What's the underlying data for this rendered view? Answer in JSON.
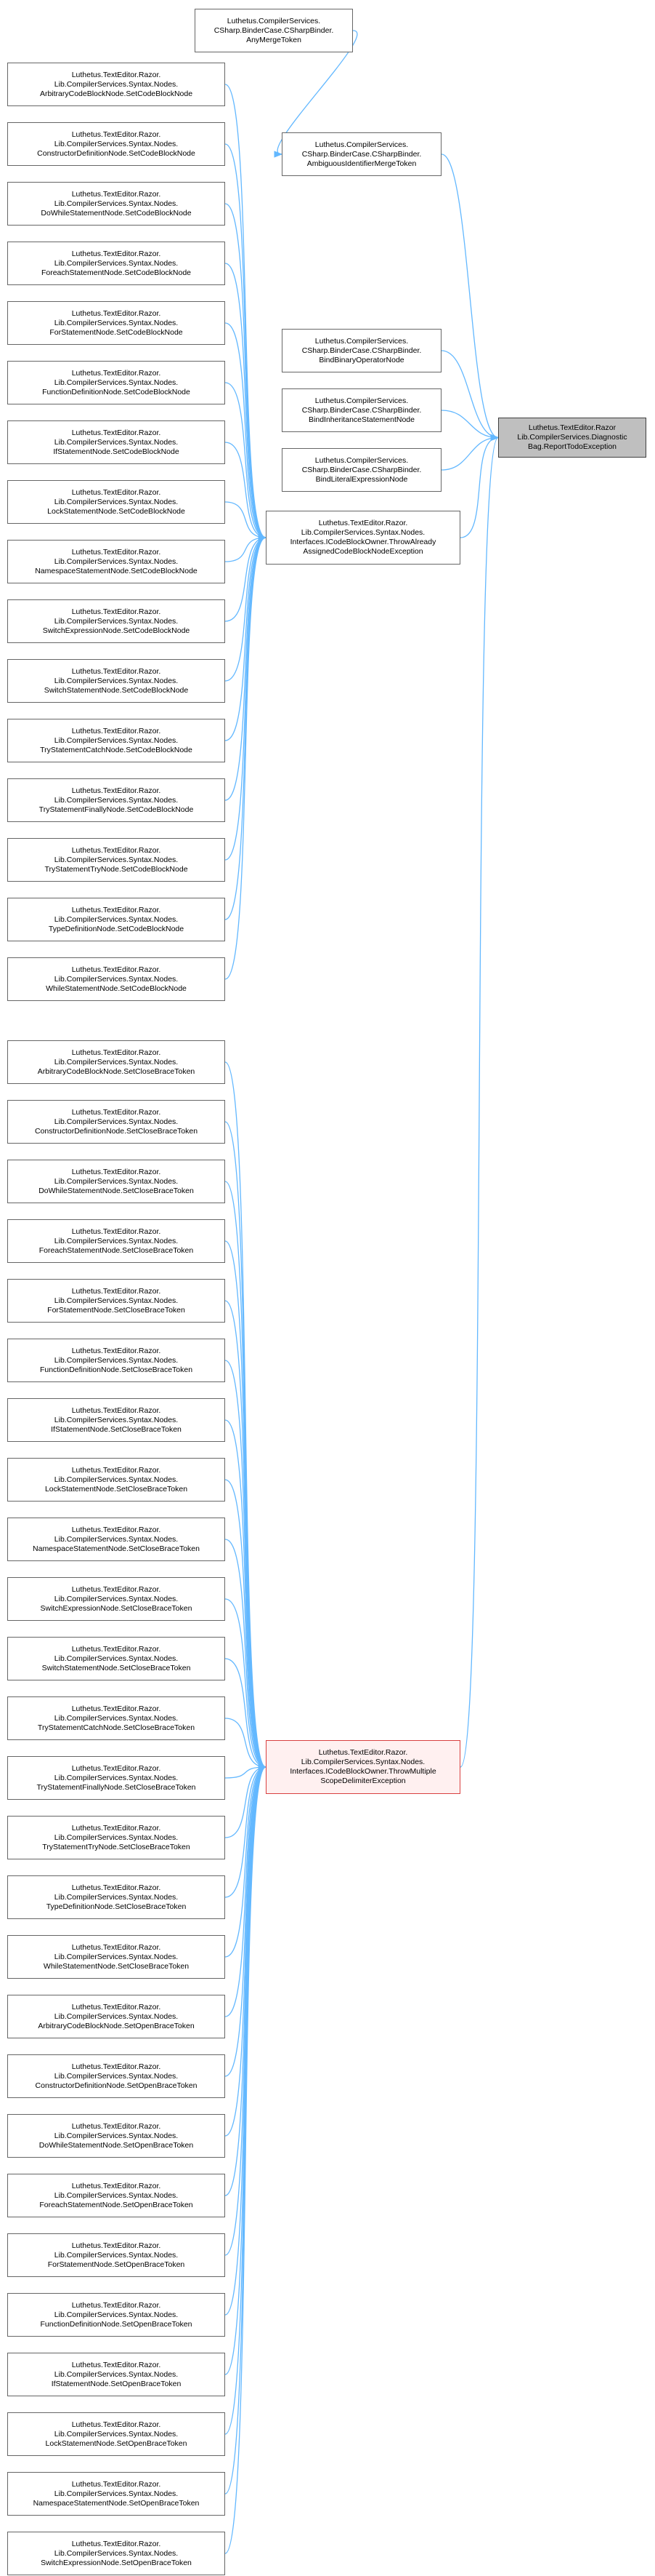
{
  "colors": {
    "edge": "#63b8ff",
    "border": "#666666",
    "target_fill": "#bfbfbf",
    "highlight_fill": "#fff0f0",
    "highlight_border": "#d94040"
  },
  "nodes": [
    {
      "id": "report_todo",
      "role": "target",
      "lines": [
        "Luthetus.TextEditor.Razor",
        "Lib.CompilerServices.Diagnostic",
        "Bag.ReportTodoException"
      ]
    },
    {
      "id": "ambiguous",
      "role": "normal",
      "lines": [
        "Luthetus.CompilerServices.",
        "CSharp.BinderCase.CSharpBinder.",
        "AmbiguousIdentifierMergeToken"
      ]
    },
    {
      "id": "any_merge",
      "role": "normal",
      "lines": [
        "Luthetus.CompilerServices.",
        "CSharp.BinderCase.CSharpBinder.",
        "AnyMergeToken"
      ]
    },
    {
      "id": "bind_binary",
      "role": "normal",
      "lines": [
        "Luthetus.CompilerServices.",
        "CSharp.BinderCase.CSharpBinder.",
        "BindBinaryOperatorNode"
      ]
    },
    {
      "id": "bind_inherit",
      "role": "normal",
      "lines": [
        "Luthetus.CompilerServices.",
        "CSharp.BinderCase.CSharpBinder.",
        "BindInheritanceStatementNode"
      ]
    },
    {
      "id": "bind_literal",
      "role": "normal",
      "lines": [
        "Luthetus.CompilerServices.",
        "CSharp.BinderCase.CSharpBinder.",
        "BindLiteralExpressionNode"
      ]
    },
    {
      "id": "throw_already",
      "role": "normal",
      "lines": [
        "Luthetus.TextEditor.Razor.",
        "Lib.CompilerServices.Syntax.Nodes.",
        "Interfaces.ICodeBlockOwner.ThrowAlready",
        "AssignedCodeBlockNodeException"
      ]
    },
    {
      "id": "throw_multiple",
      "role": "highlight",
      "lines": [
        "Luthetus.TextEditor.Razor.",
        "Lib.CompilerServices.Syntax.Nodes.",
        "Interfaces.ICodeBlockOwner.ThrowMultiple",
        "ScopeDelimiterException"
      ]
    },
    {
      "id": "scb_arbitrary",
      "role": "normal",
      "lines": [
        "Luthetus.TextEditor.Razor.",
        "Lib.CompilerServices.Syntax.Nodes.",
        "ArbitraryCodeBlockNode.SetCodeBlockNode"
      ]
    },
    {
      "id": "scb_constructor",
      "role": "normal",
      "lines": [
        "Luthetus.TextEditor.Razor.",
        "Lib.CompilerServices.Syntax.Nodes.",
        "ConstructorDefinitionNode.SetCodeBlockNode"
      ]
    },
    {
      "id": "scb_dowhile",
      "role": "normal",
      "lines": [
        "Luthetus.TextEditor.Razor.",
        "Lib.CompilerServices.Syntax.Nodes.",
        "DoWhileStatementNode.SetCodeBlockNode"
      ]
    },
    {
      "id": "scb_foreach",
      "role": "normal",
      "lines": [
        "Luthetus.TextEditor.Razor.",
        "Lib.CompilerServices.Syntax.Nodes.",
        "ForeachStatementNode.SetCodeBlockNode"
      ]
    },
    {
      "id": "scb_for",
      "role": "normal",
      "lines": [
        "Luthetus.TextEditor.Razor.",
        "Lib.CompilerServices.Syntax.Nodes.",
        "ForStatementNode.SetCodeBlockNode"
      ]
    },
    {
      "id": "scb_function",
      "role": "normal",
      "lines": [
        "Luthetus.TextEditor.Razor.",
        "Lib.CompilerServices.Syntax.Nodes.",
        "FunctionDefinitionNode.SetCodeBlockNode"
      ]
    },
    {
      "id": "scb_if",
      "role": "normal",
      "lines": [
        "Luthetus.TextEditor.Razor.",
        "Lib.CompilerServices.Syntax.Nodes.",
        "IfStatementNode.SetCodeBlockNode"
      ]
    },
    {
      "id": "scb_lock",
      "role": "normal",
      "lines": [
        "Luthetus.TextEditor.Razor.",
        "Lib.CompilerServices.Syntax.Nodes.",
        "LockStatementNode.SetCodeBlockNode"
      ]
    },
    {
      "id": "scb_namespace",
      "role": "normal",
      "lines": [
        "Luthetus.TextEditor.Razor.",
        "Lib.CompilerServices.Syntax.Nodes.",
        "NamespaceStatementNode.SetCodeBlockNode"
      ]
    },
    {
      "id": "scb_switchexpr",
      "role": "normal",
      "lines": [
        "Luthetus.TextEditor.Razor.",
        "Lib.CompilerServices.Syntax.Nodes.",
        "SwitchExpressionNode.SetCodeBlockNode"
      ]
    },
    {
      "id": "scb_switchstmt",
      "role": "normal",
      "lines": [
        "Luthetus.TextEditor.Razor.",
        "Lib.CompilerServices.Syntax.Nodes.",
        "SwitchStatementNode.SetCodeBlockNode"
      ]
    },
    {
      "id": "scb_trycatch",
      "role": "normal",
      "lines": [
        "Luthetus.TextEditor.Razor.",
        "Lib.CompilerServices.Syntax.Nodes.",
        "TryStatementCatchNode.SetCodeBlockNode"
      ]
    },
    {
      "id": "scb_tryfinally",
      "role": "normal",
      "lines": [
        "Luthetus.TextEditor.Razor.",
        "Lib.CompilerServices.Syntax.Nodes.",
        "TryStatementFinallyNode.SetCodeBlockNode"
      ]
    },
    {
      "id": "scb_trytry",
      "role": "normal",
      "lines": [
        "Luthetus.TextEditor.Razor.",
        "Lib.CompilerServices.Syntax.Nodes.",
        "TryStatementTryNode.SetCodeBlockNode"
      ]
    },
    {
      "id": "scb_typedef",
      "role": "normal",
      "lines": [
        "Luthetus.TextEditor.Razor.",
        "Lib.CompilerServices.Syntax.Nodes.",
        "TypeDefinitionNode.SetCodeBlockNode"
      ]
    },
    {
      "id": "scb_while",
      "role": "normal",
      "lines": [
        "Luthetus.TextEditor.Razor.",
        "Lib.CompilerServices.Syntax.Nodes.",
        "WhileStatementNode.SetCodeBlockNode"
      ]
    },
    {
      "id": "scl_arbitrary",
      "role": "normal",
      "lines": [
        "Luthetus.TextEditor.Razor.",
        "Lib.CompilerServices.Syntax.Nodes.",
        "ArbitraryCodeBlockNode.SetCloseBraceToken"
      ]
    },
    {
      "id": "scl_constructor",
      "role": "normal",
      "lines": [
        "Luthetus.TextEditor.Razor.",
        "Lib.CompilerServices.Syntax.Nodes.",
        "ConstructorDefinitionNode.SetCloseBraceToken"
      ]
    },
    {
      "id": "scl_dowhile",
      "role": "normal",
      "lines": [
        "Luthetus.TextEditor.Razor.",
        "Lib.CompilerServices.Syntax.Nodes.",
        "DoWhileStatementNode.SetCloseBraceToken"
      ]
    },
    {
      "id": "scl_foreach",
      "role": "normal",
      "lines": [
        "Luthetus.TextEditor.Razor.",
        "Lib.CompilerServices.Syntax.Nodes.",
        "ForeachStatementNode.SetCloseBraceToken"
      ]
    },
    {
      "id": "scl_for",
      "role": "normal",
      "lines": [
        "Luthetus.TextEditor.Razor.",
        "Lib.CompilerServices.Syntax.Nodes.",
        "ForStatementNode.SetCloseBraceToken"
      ]
    },
    {
      "id": "scl_function",
      "role": "normal",
      "lines": [
        "Luthetus.TextEditor.Razor.",
        "Lib.CompilerServices.Syntax.Nodes.",
        "FunctionDefinitionNode.SetCloseBraceToken"
      ]
    },
    {
      "id": "scl_if",
      "role": "normal",
      "lines": [
        "Luthetus.TextEditor.Razor.",
        "Lib.CompilerServices.Syntax.Nodes.",
        "IfStatementNode.SetCloseBraceToken"
      ]
    },
    {
      "id": "scl_lock",
      "role": "normal",
      "lines": [
        "Luthetus.TextEditor.Razor.",
        "Lib.CompilerServices.Syntax.Nodes.",
        "LockStatementNode.SetCloseBraceToken"
      ]
    },
    {
      "id": "scl_namespace",
      "role": "normal",
      "lines": [
        "Luthetus.TextEditor.Razor.",
        "Lib.CompilerServices.Syntax.Nodes.",
        "NamespaceStatementNode.SetCloseBraceToken"
      ]
    },
    {
      "id": "scl_switchexpr",
      "role": "normal",
      "lines": [
        "Luthetus.TextEditor.Razor.",
        "Lib.CompilerServices.Syntax.Nodes.",
        "SwitchExpressionNode.SetCloseBraceToken"
      ]
    },
    {
      "id": "scl_switchstmt",
      "role": "normal",
      "lines": [
        "Luthetus.TextEditor.Razor.",
        "Lib.CompilerServices.Syntax.Nodes.",
        "SwitchStatementNode.SetCloseBraceToken"
      ]
    },
    {
      "id": "scl_trycatch",
      "role": "normal",
      "lines": [
        "Luthetus.TextEditor.Razor.",
        "Lib.CompilerServices.Syntax.Nodes.",
        "TryStatementCatchNode.SetCloseBraceToken"
      ]
    },
    {
      "id": "scl_tryfinally",
      "role": "normal",
      "lines": [
        "Luthetus.TextEditor.Razor.",
        "Lib.CompilerServices.Syntax.Nodes.",
        "TryStatementFinallyNode.SetCloseBraceToken"
      ]
    },
    {
      "id": "scl_trytry",
      "role": "normal",
      "lines": [
        "Luthetus.TextEditor.Razor.",
        "Lib.CompilerServices.Syntax.Nodes.",
        "TryStatementTryNode.SetCloseBraceToken"
      ]
    },
    {
      "id": "scl_typedef",
      "role": "normal",
      "lines": [
        "Luthetus.TextEditor.Razor.",
        "Lib.CompilerServices.Syntax.Nodes.",
        "TypeDefinitionNode.SetCloseBraceToken"
      ]
    },
    {
      "id": "scl_while",
      "role": "normal",
      "lines": [
        "Luthetus.TextEditor.Razor.",
        "Lib.CompilerServices.Syntax.Nodes.",
        "WhileStatementNode.SetCloseBraceToken"
      ]
    },
    {
      "id": "sop_arbitrary",
      "role": "normal",
      "lines": [
        "Luthetus.TextEditor.Razor.",
        "Lib.CompilerServices.Syntax.Nodes.",
        "ArbitraryCodeBlockNode.SetOpenBraceToken"
      ]
    },
    {
      "id": "sop_constructor",
      "role": "normal",
      "lines": [
        "Luthetus.TextEditor.Razor.",
        "Lib.CompilerServices.Syntax.Nodes.",
        "ConstructorDefinitionNode.SetOpenBraceToken"
      ]
    },
    {
      "id": "sop_dowhile",
      "role": "normal",
      "lines": [
        "Luthetus.TextEditor.Razor.",
        "Lib.CompilerServices.Syntax.Nodes.",
        "DoWhileStatementNode.SetOpenBraceToken"
      ]
    },
    {
      "id": "sop_foreach",
      "role": "normal",
      "lines": [
        "Luthetus.TextEditor.Razor.",
        "Lib.CompilerServices.Syntax.Nodes.",
        "ForeachStatementNode.SetOpenBraceToken"
      ]
    },
    {
      "id": "sop_for",
      "role": "normal",
      "lines": [
        "Luthetus.TextEditor.Razor.",
        "Lib.CompilerServices.Syntax.Nodes.",
        "ForStatementNode.SetOpenBraceToken"
      ]
    },
    {
      "id": "sop_function",
      "role": "normal",
      "lines": [
        "Luthetus.TextEditor.Razor.",
        "Lib.CompilerServices.Syntax.Nodes.",
        "FunctionDefinitionNode.SetOpenBraceToken"
      ]
    },
    {
      "id": "sop_if",
      "role": "normal",
      "lines": [
        "Luthetus.TextEditor.Razor.",
        "Lib.CompilerServices.Syntax.Nodes.",
        "IfStatementNode.SetOpenBraceToken"
      ]
    },
    {
      "id": "sop_lock",
      "role": "normal",
      "lines": [
        "Luthetus.TextEditor.Razor.",
        "Lib.CompilerServices.Syntax.Nodes.",
        "LockStatementNode.SetOpenBraceToken"
      ]
    },
    {
      "id": "sop_namespace",
      "role": "normal",
      "lines": [
        "Luthetus.TextEditor.Razor.",
        "Lib.CompilerServices.Syntax.Nodes.",
        "NamespaceStatementNode.SetOpenBraceToken"
      ]
    },
    {
      "id": "sop_switchexpr",
      "role": "normal",
      "lines": [
        "Luthetus.TextEditor.Razor.",
        "Lib.CompilerServices.Syntax.Nodes.",
        "SwitchExpressionNode.SetOpenBraceToken"
      ]
    }
  ],
  "edges": [
    [
      "any_merge",
      "ambiguous"
    ],
    [
      "ambiguous",
      "report_todo"
    ],
    [
      "bind_binary",
      "report_todo"
    ],
    [
      "bind_inherit",
      "report_todo"
    ],
    [
      "bind_literal",
      "report_todo"
    ],
    [
      "throw_already",
      "report_todo"
    ],
    [
      "throw_multiple",
      "report_todo"
    ],
    [
      "scb_arbitrary",
      "throw_already"
    ],
    [
      "scb_constructor",
      "throw_already"
    ],
    [
      "scb_dowhile",
      "throw_already"
    ],
    [
      "scb_foreach",
      "throw_already"
    ],
    [
      "scb_for",
      "throw_already"
    ],
    [
      "scb_function",
      "throw_already"
    ],
    [
      "scb_if",
      "throw_already"
    ],
    [
      "scb_lock",
      "throw_already"
    ],
    [
      "scb_namespace",
      "throw_already"
    ],
    [
      "scb_switchexpr",
      "throw_already"
    ],
    [
      "scb_switchstmt",
      "throw_already"
    ],
    [
      "scb_trycatch",
      "throw_already"
    ],
    [
      "scb_tryfinally",
      "throw_already"
    ],
    [
      "scb_trytry",
      "throw_already"
    ],
    [
      "scb_typedef",
      "throw_already"
    ],
    [
      "scb_while",
      "throw_already"
    ],
    [
      "scl_arbitrary",
      "throw_multiple"
    ],
    [
      "scl_constructor",
      "throw_multiple"
    ],
    [
      "scl_dowhile",
      "throw_multiple"
    ],
    [
      "scl_foreach",
      "throw_multiple"
    ],
    [
      "scl_for",
      "throw_multiple"
    ],
    [
      "scl_function",
      "throw_multiple"
    ],
    [
      "scl_if",
      "throw_multiple"
    ],
    [
      "scl_lock",
      "throw_multiple"
    ],
    [
      "scl_namespace",
      "throw_multiple"
    ],
    [
      "scl_switchexpr",
      "throw_multiple"
    ],
    [
      "scl_switchstmt",
      "throw_multiple"
    ],
    [
      "scl_trycatch",
      "throw_multiple"
    ],
    [
      "scl_tryfinally",
      "throw_multiple"
    ],
    [
      "scl_trytry",
      "throw_multiple"
    ],
    [
      "scl_typedef",
      "throw_multiple"
    ],
    [
      "scl_while",
      "throw_multiple"
    ],
    [
      "sop_arbitrary",
      "throw_multiple"
    ],
    [
      "sop_constructor",
      "throw_multiple"
    ],
    [
      "sop_dowhile",
      "throw_multiple"
    ],
    [
      "sop_foreach",
      "throw_multiple"
    ],
    [
      "sop_for",
      "throw_multiple"
    ],
    [
      "sop_function",
      "throw_multiple"
    ],
    [
      "sop_if",
      "throw_multiple"
    ],
    [
      "sop_lock",
      "throw_multiple"
    ],
    [
      "sop_namespace",
      "throw_multiple"
    ],
    [
      "sop_switchexpr",
      "throw_multiple"
    ]
  ]
}
